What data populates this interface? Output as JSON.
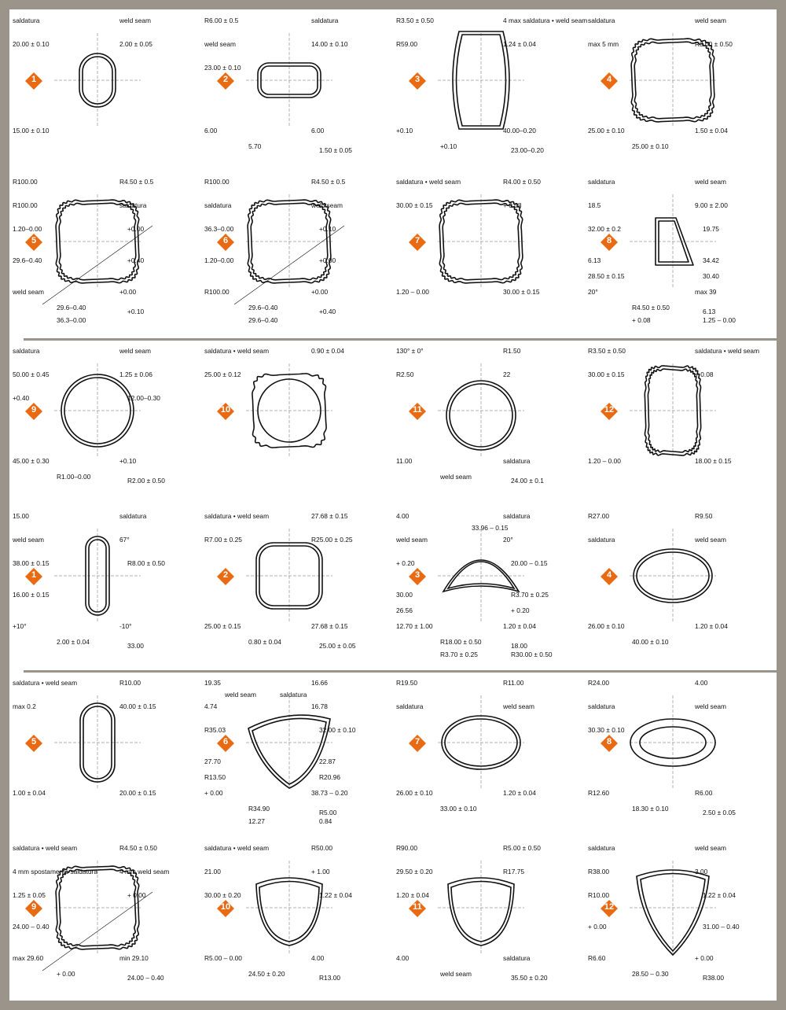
{
  "brand": {
    "accent": "#e86a12",
    "frame": "#9b948a",
    "ink": "#111111"
  },
  "sections": [
    {
      "profiles": [
        {
          "number": "1",
          "shape": "oval",
          "labels": [
            "saldatura",
            "weld seam",
            "20.00 ± 0.10",
            "2.00 ± 0.05",
            "15.00 ± 0.10"
          ]
        },
        {
          "number": "2",
          "shape": "flat-oval",
          "labels": [
            "R6.00 ± 0.5",
            "saldatura",
            "weld seam",
            "14.00 ± 0.10",
            "6.00",
            "6.00",
            "5.70",
            "1.50 ± 0.05",
            "23.00 ± 0.10"
          ]
        },
        {
          "number": "3",
          "shape": "barrel",
          "labels": [
            "R3.50 ± 0.50",
            "4 max  saldatura • weld seam",
            "R59.00",
            "1.24 ± 0.04",
            "+0.10",
            "40.00–0.20",
            "+0.10",
            "23.00–0.20"
          ]
        },
        {
          "number": "4",
          "shape": "wavy-square",
          "labels": [
            "saldatura",
            "weld seam",
            "max 5 mm",
            "R3.00 ± 0.50",
            "25.00 ± 0.10",
            "1.50 ± 0.04",
            "25.00 ± 0.10"
          ]
        },
        {
          "number": "5",
          "shape": "wavy-square-diagonal",
          "labels": [
            "R100.00",
            "R4.50 ± 0.5",
            "R100.00",
            "saldatura",
            "weld seam",
            "+0.00",
            "29.6–0.40",
            "+0.10",
            "1.20–0.00",
            "+0.00",
            "29.6–0.40",
            "+0.40",
            "36.3–0.00"
          ]
        },
        {
          "number": "6",
          "shape": "wavy-square-diagonal",
          "labels": [
            "R100.00",
            "R4.50 ± 0.5",
            "saldatura",
            "weld seam",
            "R100.00",
            "+0.00",
            "29.6–0.40",
            "+0.40",
            "36.3–0.00",
            "+0.10",
            "1.20–0.00",
            "+0.00",
            "29.6–0.40"
          ]
        },
        {
          "number": "7",
          "shape": "wavy-square",
          "labels": [
            "saldatura • weld seam",
            "R4.00 ± 0.50",
            "30.00 ± 0.15",
            "+ 0.08",
            "1.20 – 0.00",
            "30.00 ± 0.15"
          ]
        },
        {
          "number": "8",
          "shape": "trapezoid",
          "labels": [
            "saldatura",
            "weld seam",
            "18.5",
            "9.00 ± 2.00",
            "20°",
            "max 39",
            "R4.50 ± 0.50",
            "6.13",
            "32.00 ± 0.2",
            "19.75",
            "6.13",
            "34.42",
            "+ 0.08",
            "1.25 – 0.00",
            "28.50 ± 0.15",
            "30.40"
          ]
        }
      ]
    },
    {
      "profiles": [
        {
          "number": "9",
          "shape": "round-notch",
          "labels": [
            "saldatura",
            "weld seam",
            "50.00 ± 0.45",
            "1.25 ± 0.06",
            "45.00 ± 0.30",
            "+0.10",
            "R1.00–0.00",
            "R2.00 ± 0.50",
            "+0.40",
            "12.00–0.30"
          ]
        },
        {
          "number": "10",
          "shape": "wavy-round",
          "labels": [
            "saldatura • weld seam",
            "0.90 ± 0.04",
            "25.00 ± 0.12"
          ]
        },
        {
          "number": "11",
          "shape": "heart-round",
          "labels": [
            "130° ± 0°",
            "R1.50",
            "R2.50",
            "22",
            "11.00",
            "saldatura",
            "weld seam",
            "24.00 ± 0.1"
          ]
        },
        {
          "number": "12",
          "shape": "wavy-rect",
          "labels": [
            "R3.50 ± 0.50",
            "saldatura • weld seam",
            "30.00 ± 0.15",
            "+ 0.08",
            "1.20 – 0.00",
            "18.00 ± 0.15"
          ]
        },
        {
          "number": "1",
          "shape": "slot",
          "labels": [
            "15.00",
            "saldatura",
            "weld seam",
            "67°",
            "+10°",
            "-10°",
            "2.00 ± 0.04",
            "33.00",
            "38.00 ± 0.15",
            "R8.00 ± 0.50",
            "16.00 ± 0.15"
          ]
        },
        {
          "number": "2",
          "shape": "rounded-square",
          "labels": [
            "saldatura • weld seam",
            "27.68 ± 0.15",
            "R7.00 ± 0.25",
            "R25.00 ± 0.25",
            "25.00 ± 0.15",
            "27.68 ± 0.15",
            "0.80 ± 0.04",
            "25.00 ± 0.05"
          ]
        },
        {
          "number": "3",
          "shape": "dome",
          "labels": [
            "4.00",
            "saldatura",
            "weld seam",
            "20°",
            "12.70 ± 1.00",
            "1.20 ± 0.04",
            "R18.00 ± 0.50",
            "18.00",
            "+ 0.20",
            "20.00 – 0.15",
            "30.00",
            "R3.70 ± 0.25",
            "R3.70 ± 0.25",
            "R30.00 ± 0.50",
            "26.56",
            "+ 0.20",
            "33.96 – 0.15"
          ]
        },
        {
          "number": "4",
          "shape": "ellipse",
          "labels": [
            "R27.00",
            "R9.50",
            "saldatura",
            "weld seam",
            "26.00 ± 0.10",
            "1.20 ± 0.04",
            "40.00 ± 0.10"
          ]
        }
      ]
    },
    {
      "profiles": [
        {
          "number": "5",
          "shape": "slot-wide",
          "labels": [
            "saldatura • weld seam",
            "R10.00",
            "max 0.2",
            "40.00 ± 0.15",
            "1.00 ± 0.04",
            "20.00 ± 0.15"
          ]
        },
        {
          "number": "6",
          "shape": "shield",
          "labels": [
            "19.35",
            "16.66",
            "4.74",
            "16.78",
            "+ 0.00",
            "38.73 – 0.20",
            "R34.90",
            "R5.00",
            "R35.03",
            "32.00 ± 0.10",
            "27.70",
            "22.87",
            "12.27",
            "0.84",
            "R13.50",
            "R20.96",
            "saldatura",
            "weld seam"
          ]
        },
        {
          "number": "7",
          "shape": "ellipse",
          "labels": [
            "R19.50",
            "R11.00",
            "saldatura",
            "weld seam",
            "26.00 ± 0.10",
            "1.20 ± 0.04",
            "33.00 ± 0.10"
          ]
        },
        {
          "number": "8",
          "shape": "ellipse-flat",
          "labels": [
            "R24.00",
            "4.00",
            "saldatura",
            "weld seam",
            "R12.60",
            "R6.00",
            "18.30 ± 0.10",
            "2.50 ± 0.05",
            "30.30 ± 0.10"
          ]
        },
        {
          "number": "9",
          "shape": "wavy-square-diagonal",
          "labels": [
            "saldatura • weld seam",
            "R4.50 ± 0.50",
            "4 mm spostamento saldatura",
            "4 mm weld seam",
            "max 29.60",
            "min 29.10",
            "+ 0.00",
            "24.00 – 0.40",
            "1.25 ± 0.05",
            "+ 0.00",
            "24.00 – 0.40"
          ]
        },
        {
          "number": "10",
          "shape": "wavy-bowl",
          "labels": [
            "saldatura • weld seam",
            "R50.00",
            "21.00",
            "+ 1.00",
            "R5.00 – 0.00",
            "4.00",
            "24.50 ± 0.20",
            "R13.00",
            "30.00 ± 0.20",
            "1.22 ± 0.04"
          ]
        },
        {
          "number": "11",
          "shape": "bowl",
          "labels": [
            "R90.00",
            "R5.00 ± 0.50",
            "29.50 ± 0.20",
            "R17.75",
            "4.00",
            "saldatura",
            "weld seam",
            "35.50 ± 0.20",
            "1.20 ± 0.04"
          ]
        },
        {
          "number": "12",
          "shape": "wavy-triangle",
          "labels": [
            "saldatura",
            "weld seam",
            "R38.00",
            "3.00",
            "R6.60",
            "+ 0.00",
            "28.50 – 0.30",
            "R38.00",
            "R10.00",
            "1.22 ± 0.04",
            "+ 0.00",
            "31.00 – 0.40"
          ]
        }
      ]
    }
  ]
}
